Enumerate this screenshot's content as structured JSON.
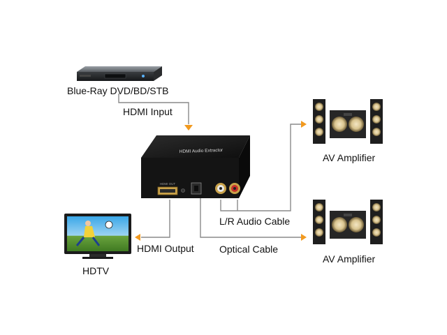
{
  "labels": {
    "source": "Blue-Ray DVD/BD/STB",
    "hdmi_input": "HDMI Input",
    "hdmi_output": "HDMI Output",
    "tv": "HDTV",
    "lr_audio": "L/R Audio Cable",
    "optical": "Optical Cable",
    "amp_top": "AV Amplifier",
    "amp_bottom": "AV Amplifier"
  },
  "device": {
    "top_label": "HDMI Audio Extractor",
    "port_label": "HDMI OUT"
  },
  "colors": {
    "arrow": "#f29a1f",
    "line": "#8a8a8a",
    "device_body": "#1a1a1a",
    "rca_red": "#c8302a",
    "rca_white": "#e8e8e8"
  },
  "icons": {
    "arrow": "arrowhead-icon",
    "speaker": "speaker-system-icon"
  }
}
